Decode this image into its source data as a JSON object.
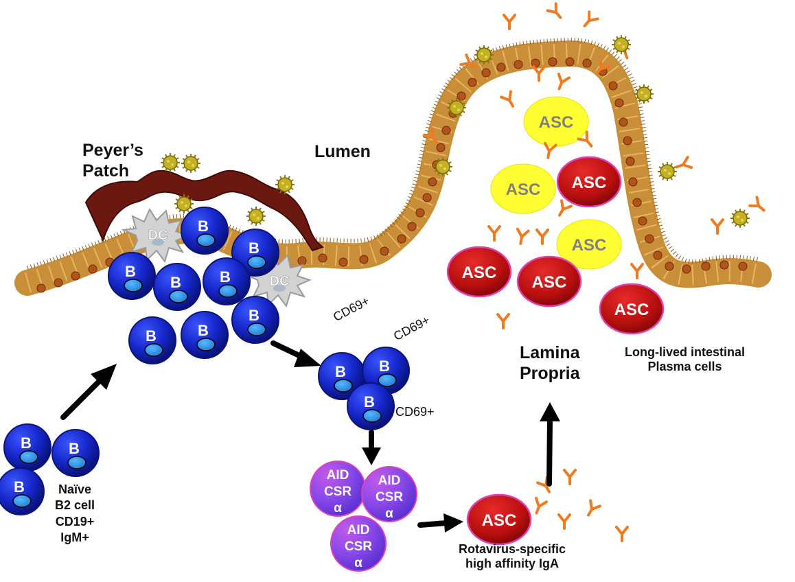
{
  "labels": {
    "peyers_patch": [
      "Peyer’s",
      "Patch"
    ],
    "lumen": "Lumen",
    "lamina_propria": [
      "Lamina",
      "Propria"
    ],
    "long_lived": [
      "Long-lived intestinal",
      "Plasma cells"
    ],
    "rotavirus_specific": [
      "Rotavirus-specific",
      "high affinity IgA"
    ],
    "naive": [
      "Naïve",
      "B2 cell",
      "CD19+",
      "IgM+"
    ],
    "cd69": "CD69+"
  },
  "cells": {
    "b_cell": "B",
    "dendritic_cell": "DC",
    "asc": "ASC",
    "aid_cell": [
      "AID",
      "CSR",
      "α"
    ]
  },
  "colors": {
    "b_cell": "#1a2fd0",
    "b_nucleus": "#2a8fe0",
    "asc_mature": "#c01515",
    "asc_immature": "#ffff33",
    "aid": "#9a4fe8",
    "epithelium": "#d9a44c",
    "patch_dome": "#6b1810",
    "antibody": "#f07a1f",
    "virus": "#b8a21c"
  }
}
